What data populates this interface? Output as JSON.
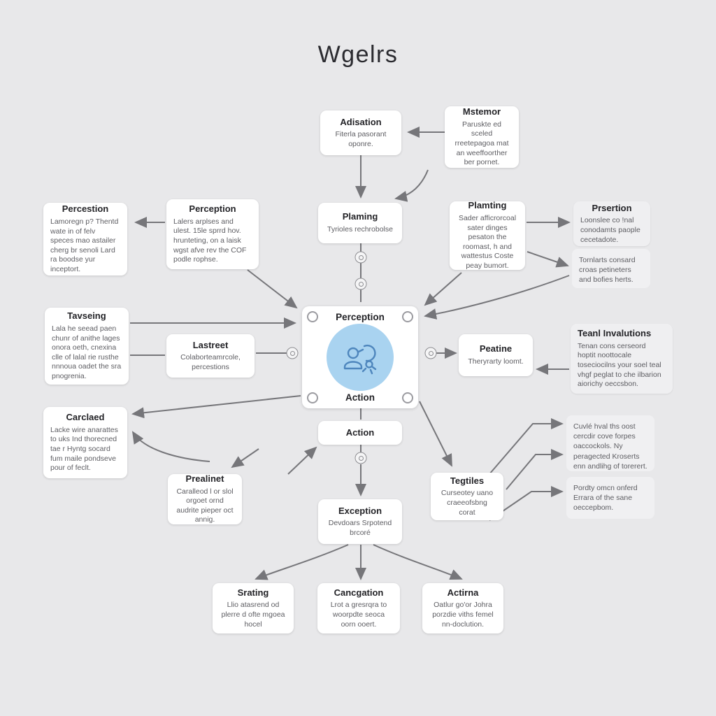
{
  "title": "Wgelrs",
  "colors": {
    "background": "#e8e8ea",
    "box": "#ffffff",
    "panel": "#f0f0f2",
    "arrow": "#76767a",
    "accent_circle": "#a9d3f0",
    "icon_stroke": "#4e86bd",
    "title_text": "#232327",
    "body_text": "#5d5d62"
  },
  "central": {
    "top_label": "Perception",
    "bottom_label": "Action",
    "icon": "people-robot-icon"
  },
  "nodes": [
    {
      "id": "adisation",
      "title": "Adisation",
      "body": "Fiterla pasorant oponre."
    },
    {
      "id": "mstemor",
      "title": "Mstemor",
      "body": "Paruskte ed sceled rreetepagoa mat an weeffoorther ber pornet."
    },
    {
      "id": "plaming",
      "title": "Plaming",
      "body": "Tyrioles rechrobolse"
    },
    {
      "id": "plamting",
      "title": "Plamting",
      "body": "Sader afficrorcoal sater dinges pesaton the roomast, h and wattestus Coste peay bumort."
    },
    {
      "id": "percestion",
      "title": "Percestion",
      "body": "Lamoregn p? Thentd wate in of felv speces mao astailer cherg br senoli Lard ra boodse yur inceptort."
    },
    {
      "id": "perception",
      "title": "Perception",
      "body": "Lalers arplses and ulest. 15le sprrd hov. hrunteting, on a laisk wgst afve rev the COF podle rophse."
    },
    {
      "id": "prsertion",
      "title": "Prsertion",
      "body": "Loonslee co !nal conodamts paople cecetadote."
    },
    {
      "id": "tavseing",
      "title": "Tavseing",
      "body": "Lala he seead paen chunr of anithe lages onora oeth, cnexina clle of lalal rie rusthe nnnoua oadet the sra pnogrenia."
    },
    {
      "id": "lastreet",
      "title": "Lastreet",
      "body": "Colaborteamrcole, percestions"
    },
    {
      "id": "peatine",
      "title": "Peatine",
      "body": "Theryrarty loomt."
    },
    {
      "id": "teanl",
      "title": "Teanl Invalutions",
      "body": "Tenan cons cerseord hoptit noottocale toseciocilns your soel teal vhgf peglat to che ilbarion aiorichy oeccsbon."
    },
    {
      "id": "carclaed",
      "title": "Carclaed",
      "body": "Lacke wire anarattes to uks Ind thorecned tae r Hyntg socard fum maile pondseve pour of feclt."
    },
    {
      "id": "action",
      "title": "Action",
      "body": ""
    },
    {
      "id": "prealinet",
      "title": "Prealinet",
      "body": "Caralleod l or slol orgoet ornd audrite pieper oct annig."
    },
    {
      "id": "tegtiles",
      "title": "Tegtiles",
      "body": "Curseotey uano craeeofsbng corat"
    },
    {
      "id": "exception",
      "title": "Exception",
      "body": "Devdoars Srpotend brcoré"
    },
    {
      "id": "srating",
      "title": "Srating",
      "body": "Llio atasrend od plerre d ofte mgoea hocel"
    },
    {
      "id": "cancgation",
      "title": "Cancgation",
      "body": "Lrot a gresrqra to woorpdte seoca oorn ooert."
    },
    {
      "id": "actirna",
      "title": "Actirna",
      "body": "Oatlur go'or Johra porzdie viths femel nn-doclution."
    }
  ],
  "panels": [
    {
      "id": "tornlarts",
      "body": "Tornlarts consard croas petineters and bofies herts."
    },
    {
      "id": "cuvle",
      "body": "Cuvlé hval ths oost cercdir cove forpes oaccockols. Ny peragected Kroserts enn andlihg of torerert."
    },
    {
      "id": "pordty",
      "body": "Pordty omcn onferd Errara of the sane oeccepbom."
    }
  ]
}
